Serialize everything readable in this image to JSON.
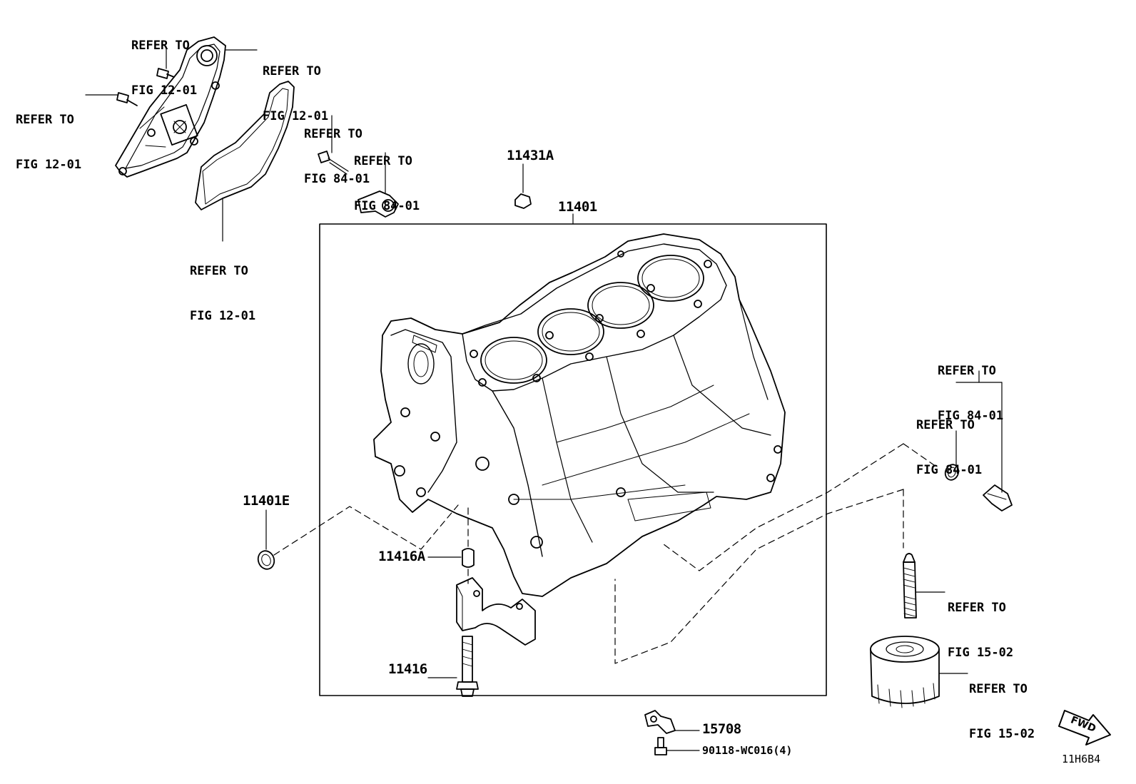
{
  "refs": {
    "water_pump_bolt_top": [
      "REFER TO",
      "FIG 12-01"
    ],
    "water_pump_housing": [
      "REFER TO",
      "FIG 12-01"
    ],
    "water_pump_bolt_left": [
      "REFER TO",
      "FIG 12-01"
    ],
    "water_pump_gasket": [
      "REFER TO",
      "FIG 12-01"
    ],
    "knock_sensor_bolt": [
      "REFER TO",
      "FIG 84-01"
    ],
    "knock_sensor": [
      "REFER TO",
      "FIG 84-01"
    ],
    "temp_sensor": [
      "REFER TO",
      "FIG 84-01"
    ],
    "temp_sensor_oring": [
      "REFER TO",
      "FIG 84-01"
    ],
    "oil_filter_stud": [
      "REFER TO",
      "FIG 15-02"
    ],
    "oil_filter": [
      "REFER TO",
      "FIG 15-02"
    ]
  },
  "parts": {
    "p11431A": "11431A",
    "p11401": "11401",
    "p11401E": "11401E",
    "p11416A": "11416A",
    "p11416": "11416",
    "p15708": "15708",
    "p90118": "90118-WC016(4)"
  },
  "fwd": "FWD",
  "figure_code": "11H6B4"
}
